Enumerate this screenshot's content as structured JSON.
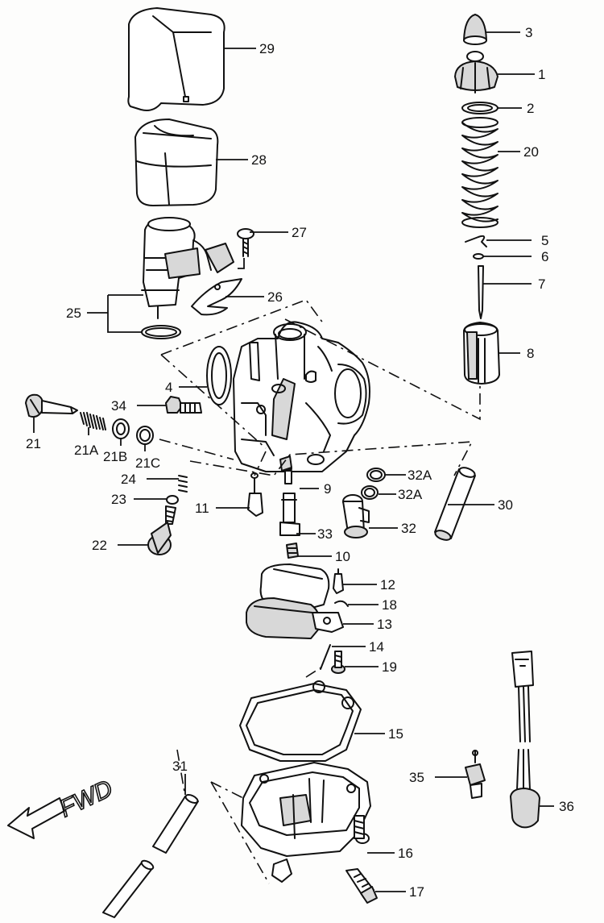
{
  "diagram": {
    "direction_label": "FWD",
    "callouts": {
      "c1": "1",
      "c2": "2",
      "c3": "3",
      "c4": "4",
      "c5": "5",
      "c6": "6",
      "c7": "7",
      "c8": "8",
      "c9": "9",
      "c10": "10",
      "c11": "11",
      "c12": "12",
      "c13": "13",
      "c14": "14",
      "c15": "15",
      "c16": "16",
      "c17": "17",
      "c18": "18",
      "c19": "19",
      "c20": "20",
      "c21": "21",
      "c21a": "21A",
      "c21b": "21B",
      "c21c": "21C",
      "c22": "22",
      "c23": "23",
      "c24": "24",
      "c25": "25",
      "c26": "26",
      "c27": "27",
      "c28": "28",
      "c29": "29",
      "c30": "30",
      "c31": "31",
      "c32": "32",
      "c32a_1": "32A",
      "c32a_2": "32A",
      "c33": "33",
      "c34": "34",
      "c35": "35",
      "c36": "36"
    }
  }
}
